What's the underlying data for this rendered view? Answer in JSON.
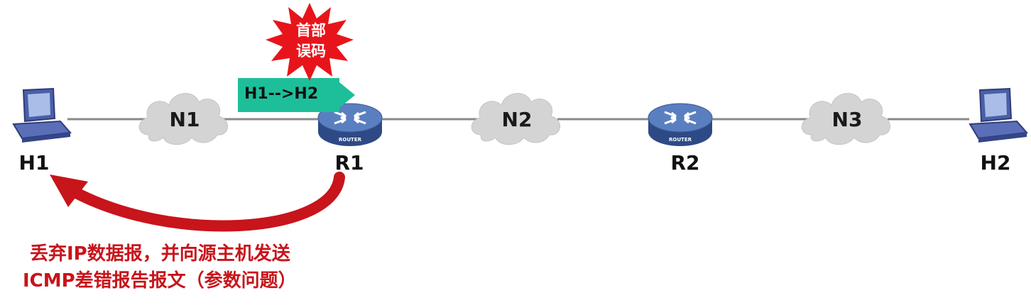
{
  "colors": {
    "link_line": "#8a8a8a",
    "cloud_fill": "#d4d4d4",
    "router_fill": "#4a6fae",
    "packet_fill": "#1dbf9a",
    "burst_fill": "#e8141b",
    "arrow_fill": "#c8141b",
    "note_text": "#c8141b"
  },
  "nodes": {
    "h1": {
      "label": "H1",
      "icon": "computer-icon"
    },
    "r1": {
      "label": "R1",
      "icon": "router-icon",
      "badge": "ROUTER"
    },
    "r2": {
      "label": "R2",
      "icon": "router-icon",
      "badge": "ROUTER"
    },
    "h2": {
      "label": "H2",
      "icon": "computer-icon"
    }
  },
  "networks": {
    "n1": {
      "label": "N1",
      "icon": "cloud-icon"
    },
    "n2": {
      "label": "N2",
      "icon": "cloud-icon"
    },
    "n3": {
      "label": "N3",
      "icon": "cloud-icon"
    }
  },
  "packet": {
    "label": "H1-->H2"
  },
  "error_burst": {
    "line1": "首部",
    "line2": "误码"
  },
  "icmp_note": {
    "line1": "丢弃IP数据报，并向源主机发送",
    "line2": "ICMP差错报告报文（参数问题）"
  }
}
